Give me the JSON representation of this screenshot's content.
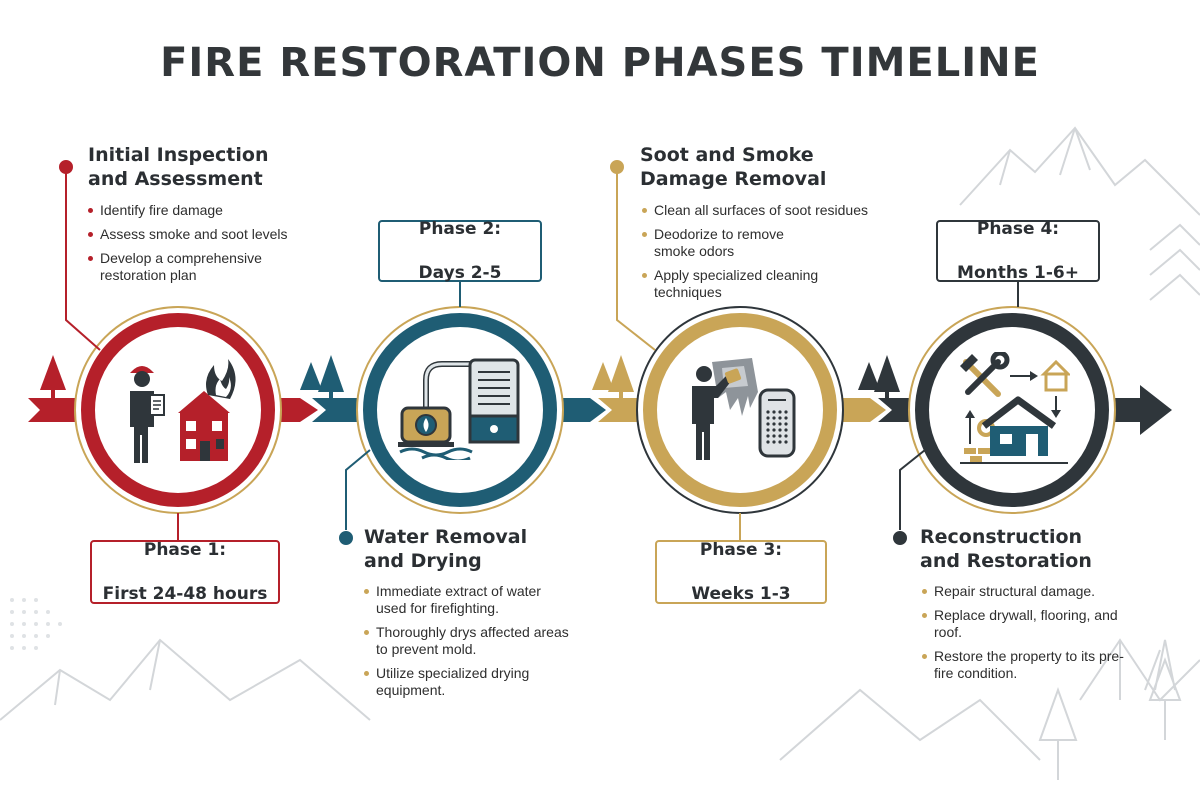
{
  "title": "FIRE RESTORATION PHASES TIMELINE",
  "colors": {
    "phase1": "#b5202a",
    "phase2": "#1f5d74",
    "phase3": "#c9a557",
    "phase4": "#2f363b",
    "gold": "#c9a557",
    "mountain": "#cfd3d6"
  },
  "phases": [
    {
      "heading_line1": "Initial Inspection",
      "heading_line2": "and Assessment",
      "bullets": [
        "Identify fire damage",
        "Assess smoke and soot levels",
        "Develop a comprehensive restoration plan"
      ],
      "label_line1": "Phase 1:",
      "label_line2": "First 24-48 hours",
      "icon": "inspector-burning-house-icon"
    },
    {
      "heading_line1": "Water Removal",
      "heading_line2": "and Drying",
      "bullets": [
        "Immediate extract of water used for firefighting.",
        "Thoroughly drys affected areas to prevent mold.",
        "Utilize specialized drying equipment."
      ],
      "label_line1": "Phase 2:",
      "label_line2": "Days 2-5",
      "icon": "pump-dehumidifier-icon"
    },
    {
      "heading_line1": "Soot and Smoke",
      "heading_line2": "Damage Removal",
      "bullets": [
        "Clean all surfaces of soot residues",
        "Deodorize to remove smoke odors",
        "Apply specialized cleaning techniques"
      ],
      "label_line1": "Phase 3:",
      "label_line2": "Weeks 1-3",
      "icon": "cleaner-air-purifier-icon"
    },
    {
      "heading_line1": "Reconstruction",
      "heading_line2": "and Restoration",
      "bullets": [
        "Repair structural damage.",
        "Replace drywall, flooring, and roof.",
        "Restore the property to its pre-fire condition."
      ],
      "label_line1": "Phase 4:",
      "label_line2": "Months 1-6+",
      "icon": "tools-house-rebuild-icon"
    }
  ]
}
